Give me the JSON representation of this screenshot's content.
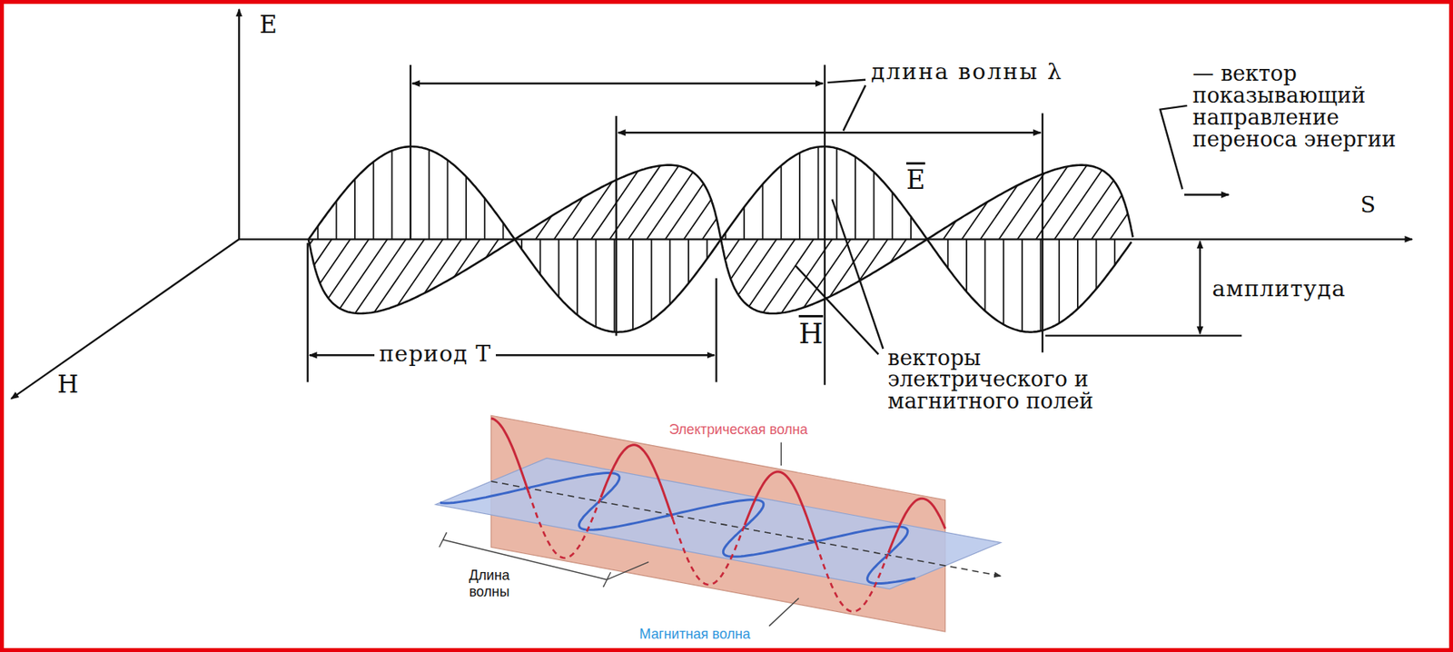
{
  "diagram": {
    "labels": [
      "E",
      "длина волны λ",
      "— вектор показывающий направление переноса энергии",
      "E",
      "S",
      "амплитуда",
      "H",
      "период T",
      "H",
      "векторы электрического и магнитного полей",
      "Электрическая волна",
      "Длина волны",
      "Магнитная волна"
    ]
  }
}
